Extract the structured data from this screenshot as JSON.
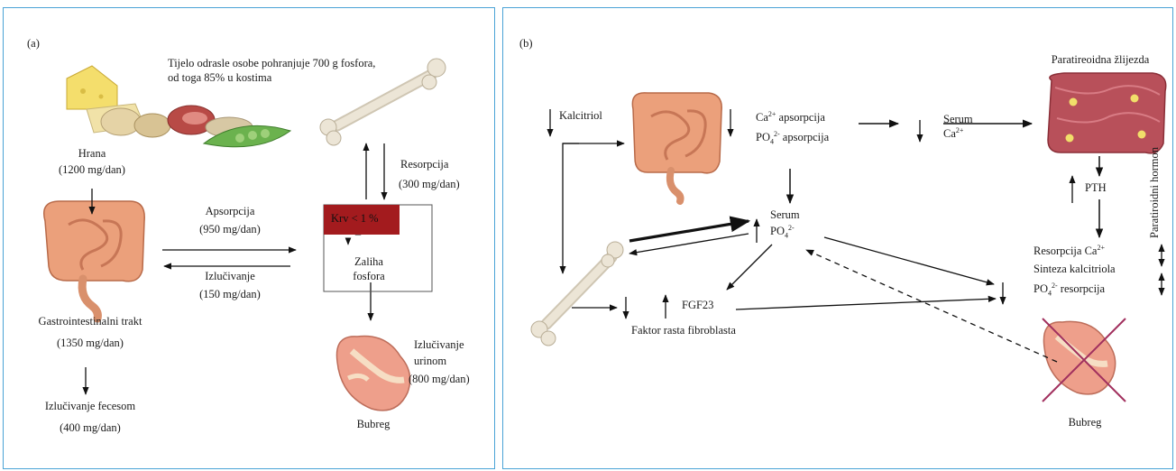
{
  "panel_a": {
    "label": "(a)",
    "storage_note_line1": "Tijelo odrasle osobe pohranjuje 700 g fosfora,",
    "storage_note_line2": "od toga 85% u kostima",
    "food": "Hrana",
    "food_amount": "(1200 mg/dan)",
    "absorption": "Apsorpcija",
    "absorption_amount": "(950 mg/dan)",
    "excretion": "Izlučivanje",
    "excretion_amount": "(150 mg/dan)",
    "gi_tract": "Gastrointestinalni trakt",
    "gi_amount": "(1350 mg/dan)",
    "fecal": "Izlučivanje fecesom",
    "fecal_amount": "(400 mg/dan)",
    "resorption": "Resorpcija",
    "resorption_amount": "(300 mg/dan)",
    "blood": "Krv < 1 %",
    "pool_line1": "Zaliha",
    "pool_line2": "fosfora",
    "urine_line1": "Izlučivanje",
    "urine_line2": "urinom",
    "urine_amount": "(800 mg/dan)",
    "kidney": "Bubreg"
  },
  "panel_b": {
    "label": "(b)",
    "calcitriol": "Kalcitriol",
    "ca_abs_pre": "Ca",
    "ca_abs_sup": "2+",
    "ca_abs_post": " apsorpcija",
    "po4_abs_pre": "PO",
    "po4_abs_sub": "4",
    "po4_abs_sup": "2-",
    "po4_abs_post": " apsorpcija",
    "serum_ca_line1": "Serum",
    "serum_ca_pre": "Ca",
    "serum_ca_sup": "2+",
    "parathyroid": "Paratireoidna žlijezda",
    "pth": "PTH",
    "parathyroid_hormone": "Paratiroidni hormon",
    "serum_po4_line1": "Serum",
    "serum_po4_pre": "PO",
    "serum_po4_sub": "4",
    "serum_po4_sup": "2-",
    "fgf23": "FGF23",
    "fgf_full": "Faktor rasta fibroblasta",
    "resorp_ca_pre": "Resorpcija Ca",
    "resorp_ca_sup": "2+",
    "calcitriol_synth": "Sinteza kalcitriola",
    "po4_resorp_pre": "PO",
    "po4_resorp_sub": "4",
    "po4_resorp_sup": "2-",
    "po4_resorp_post": " resorpcija",
    "kidney": "Bubreg"
  },
  "colors": {
    "frame": "#4aa3d6",
    "blood_box": "#a31b1e",
    "intestine": "#e89a74",
    "bone": "#e7dfcf",
    "kidney": "#eb9b8a",
    "gland": "#b8505a",
    "cross": "#a1305e"
  }
}
